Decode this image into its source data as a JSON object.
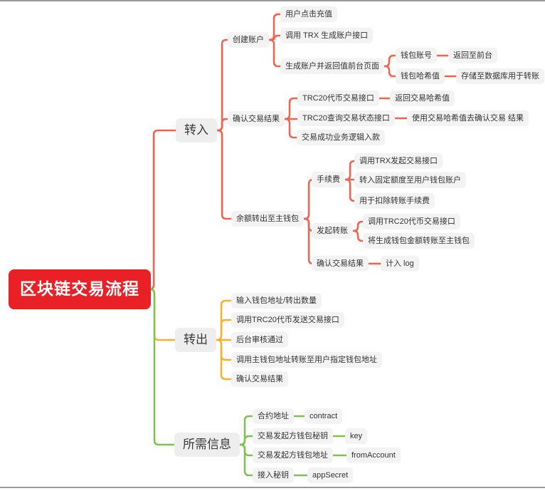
{
  "title": "区块链交易流程",
  "colors": {
    "root_bg": "#ea2027",
    "root_text": "#ffffff",
    "branch_in": "#f5614b",
    "branch_out": "#f9b02f",
    "branch_info": "#7cc24e",
    "node_bg": "#f3f3f3",
    "topic_bg": "#eeeeee",
    "node_text": "#333333",
    "frame_border": "#9a9a9a"
  },
  "root": {
    "label": "区块链交易流程"
  },
  "branch_in": {
    "label": "转入",
    "create_account": "创建账户",
    "user_click": "用户点击充值",
    "call_trx_api": "调用 TRX 生成账户接口",
    "gen_account_return": "生成账户并返回值前台页面",
    "wallet_account": "钱包账号",
    "return_frontend": "返回至前台",
    "wallet_hash": "钱包哈希值",
    "store_db": "存储至数据库用于转账",
    "confirm_result": "确认交易结果",
    "trc20_tx_api": "TRC20代币交易接口",
    "return_tx_hash": "返回交易哈希值",
    "trc20_query_api": "TRC20查询交易状态接口",
    "use_hash_confirm": "使用交易哈希值去确认交易 结果",
    "tx_success_logic": "交易成功业务逻辑入款",
    "balance_to_main": "余额转出至主钱包",
    "fee": "手续费",
    "call_trx_tx_api": "调用TRX发起交易接口",
    "fixed_amount": "转入固定额度至用户钱包账户",
    "deduct_fee": "用于扣除转账手续费",
    "initiate_transfer": "发起转账",
    "call_trc20_tx_api": "调用TRC20代币交易接口",
    "transfer_to_main": "将生成钱包金额转账至主钱包",
    "confirm_result2": "确认交易结果",
    "log": "计入 log"
  },
  "branch_out": {
    "label": "转出",
    "input_address": "输入钱包地址/转出数量",
    "call_trc20_send": "调用TRC20代币发送交易接口",
    "backend_approve": "后台审核通过",
    "main_to_user": "调用主钱包地址转账至用户指定钱包地址",
    "confirm_result": "确认交易结果"
  },
  "branch_info": {
    "label": "所需信息",
    "contract_addr": "合约地址",
    "contract_val": "contract",
    "sender_key": "交易发起方钱包秘钥",
    "key_val": "key",
    "sender_addr": "交易发起方钱包地址",
    "from_account_val": "fromAccount",
    "app_secret": "接入秘钥",
    "app_secret_val": "appSecret"
  }
}
